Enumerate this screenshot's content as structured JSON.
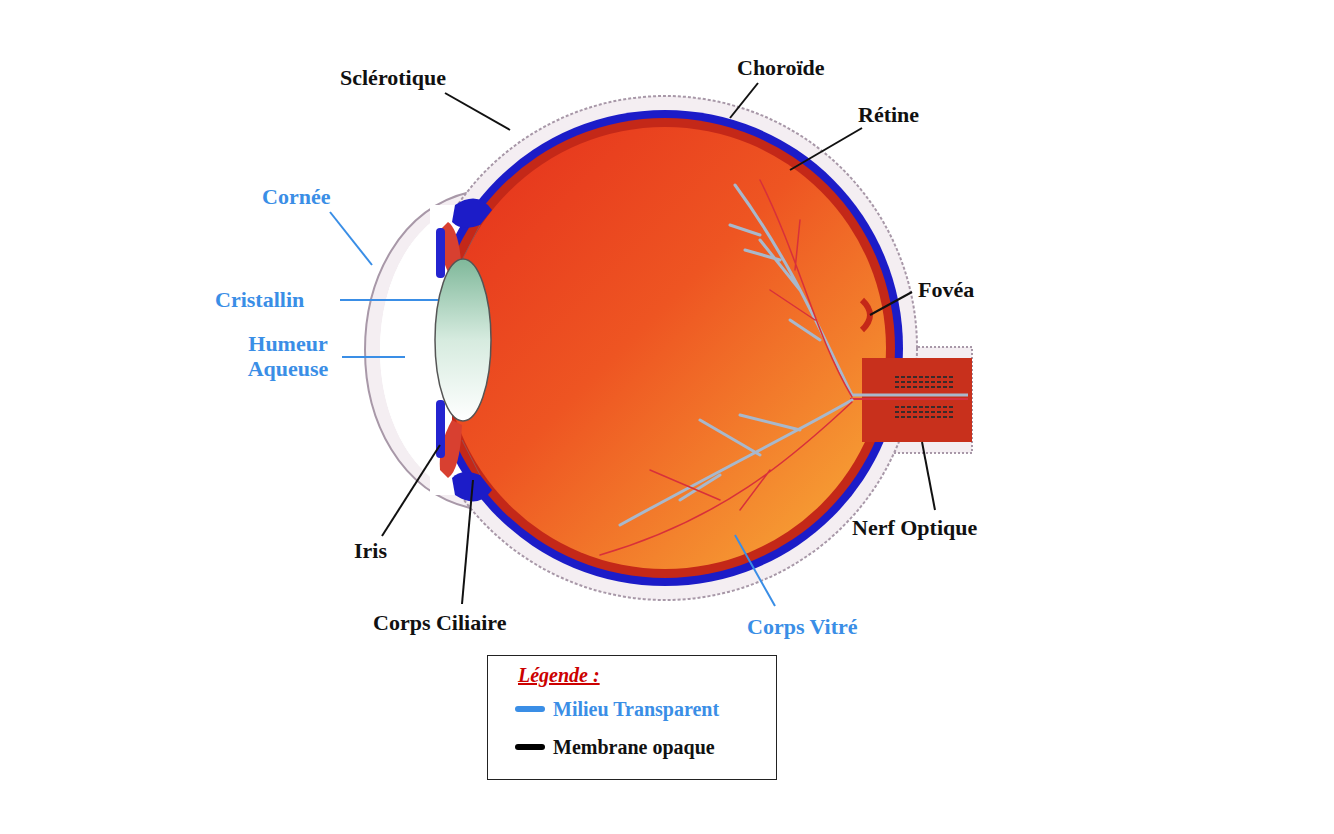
{
  "diagram": {
    "labels": [
      "Sclérotique",
      "Choroïde",
      "Rétine",
      "Cornée",
      "Cristallin",
      "Fovéa",
      "Humeur Aqueuse",
      "Nerf Optique",
      "Iris",
      "Corps Ciliaire",
      "Corps Vitré",
      "Légende :"
    ],
    "legend": [
      {
        "text": "Milieu Transparent",
        "color": "#3a8ee6"
      },
      {
        "text": "Membrane opaque",
        "color": "#000000"
      }
    ]
  }
}
